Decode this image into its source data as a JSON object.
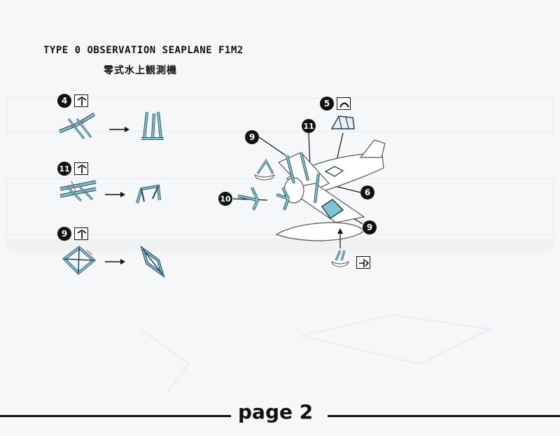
{
  "header": {
    "title": "TYPE 0 OBSERVATION SEAPLANE F1M2",
    "subtitle": "零式水上観測機"
  },
  "steps": {
    "step_a_number": "4",
    "step_b_number": "11",
    "step_c_number": "9",
    "main_5": "5",
    "main_9_top": "9",
    "main_11": "11",
    "main_10": "10",
    "main_6": "6",
    "main_9_bottom": "9"
  },
  "footer": {
    "page_label": "page 2"
  },
  "colors": {
    "part_fill": "#7fc4cf",
    "part_stroke": "#1f3f59",
    "cut_mark": "#d9382b"
  },
  "icons": [
    "direction-up-icon",
    "direction-fold-icon",
    "arrow-right-icon",
    "arrow-up-icon",
    "flip-icon"
  ]
}
